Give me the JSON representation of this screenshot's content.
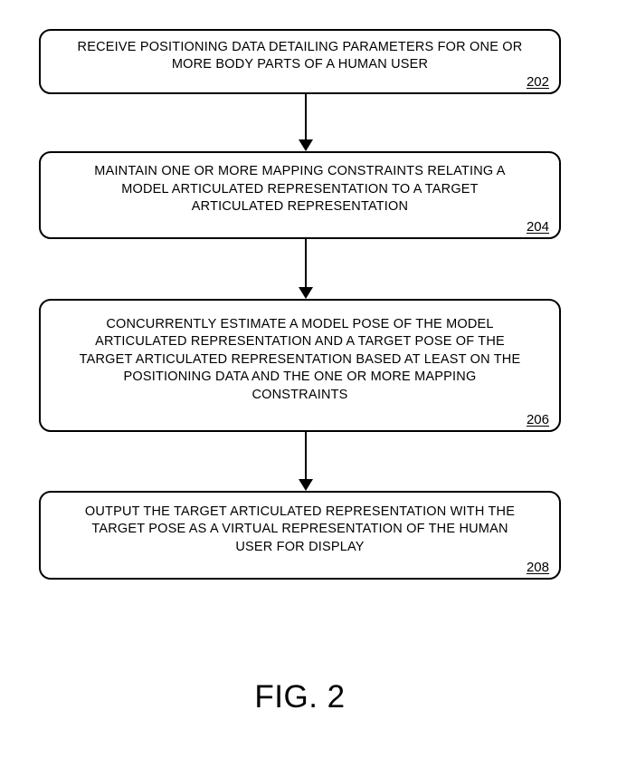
{
  "figure": {
    "label": "FIG. 2"
  },
  "flowchart": {
    "type": "vertical-flow",
    "colors": {
      "background": "#ffffff",
      "box_border": "#000000",
      "text": "#000000",
      "arrow": "#000000"
    },
    "steps": [
      {
        "ref": "202",
        "text": "RECEIVE POSITIONING DATA DETAILING PARAMETERS FOR ONE OR\nMORE BODY PARTS OF A HUMAN USER"
      },
      {
        "ref": "204",
        "text": "MAINTAIN ONE OR MORE MAPPING CONSTRAINTS RELATING A\nMODEL ARTICULATED REPRESENTATION TO A TARGET\nARTICULATED REPRESENTATION"
      },
      {
        "ref": "206",
        "text": "CONCURRENTLY ESTIMATE A MODEL POSE OF THE MODEL\nARTICULATED REPRESENTATION AND A TARGET POSE OF THE\nTARGET ARTICULATED REPRESENTATION BASED AT LEAST ON THE\nPOSITIONING DATA AND THE ONE OR MORE MAPPING\nCONSTRAINTS"
      },
      {
        "ref": "208",
        "text": "OUTPUT THE TARGET ARTICULATED REPRESENTATION WITH THE\nTARGET POSE AS A VIRTUAL REPRESENTATION OF THE HUMAN\nUSER FOR DISPLAY"
      }
    ]
  }
}
